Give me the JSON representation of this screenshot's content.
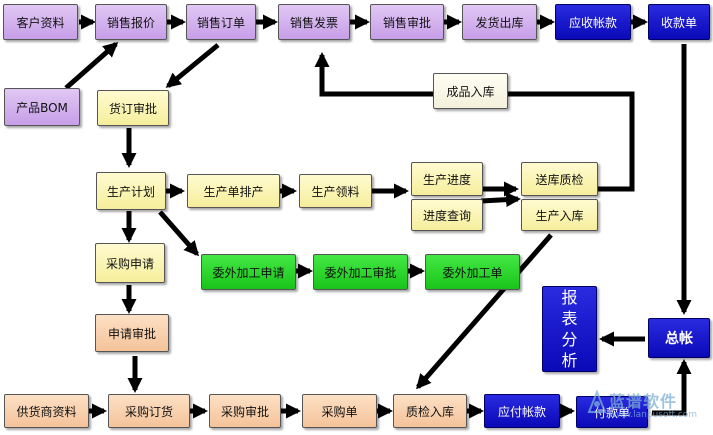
{
  "nodes": {
    "kehuziliao": "客户资料",
    "xiaoshoubaojia": "销售报价",
    "xiaoshoudingdan": "销售订单",
    "xiaoshoufapiao": "销售发票",
    "xiaoshoushenpi": "销售审批",
    "fahuochuku": "发货出库",
    "yingshouzhangkuan": "应收帐款",
    "shoukuandan": "收款单",
    "chanpinbom": "产品BOM",
    "huodingshenpi": "货订审批",
    "chengpinruku": "成品入库",
    "shengchanjihua": "生产计划",
    "shengchandanpaichan": "生产单排产",
    "shengchanlingliao": "生产领料",
    "shengchanjindu": "生产进度",
    "songkuzhijian": "送库质检",
    "jinduchaxun": "进度查询",
    "shengchanruku": "生产入库",
    "caigoushenqing": "采购申请",
    "weiwaijiagongshenqing": "委外加工申请",
    "weiwaijiagongshenpi": "委外加工审批",
    "weiwaijiagongdan": "委外加工单",
    "shenqingshenpi": "申请审批",
    "baobiaofenxi": [
      "报",
      "表",
      "分",
      "析"
    ],
    "zongzhang": "总帐",
    "gonghuoshangziliao": "供货商资料",
    "caigoudinghuo": "采购订货",
    "caigoushenpi": "采购审批",
    "caigoudan": "采购单",
    "zhijianruku": "质检入库",
    "yingfuzhangkuan": "应付帐款",
    "fukuandan": "付款单"
  },
  "watermark": {
    "brand": "蓝谱软件",
    "url": "www.lanpusoft.com"
  },
  "colors": {
    "arrow": "#000000",
    "sales": "#c79ee8",
    "planning": "#f6ee9c",
    "outsourcing": "#19c419",
    "purchasing": "#f4c39a",
    "finance": "#0a0ab8"
  }
}
